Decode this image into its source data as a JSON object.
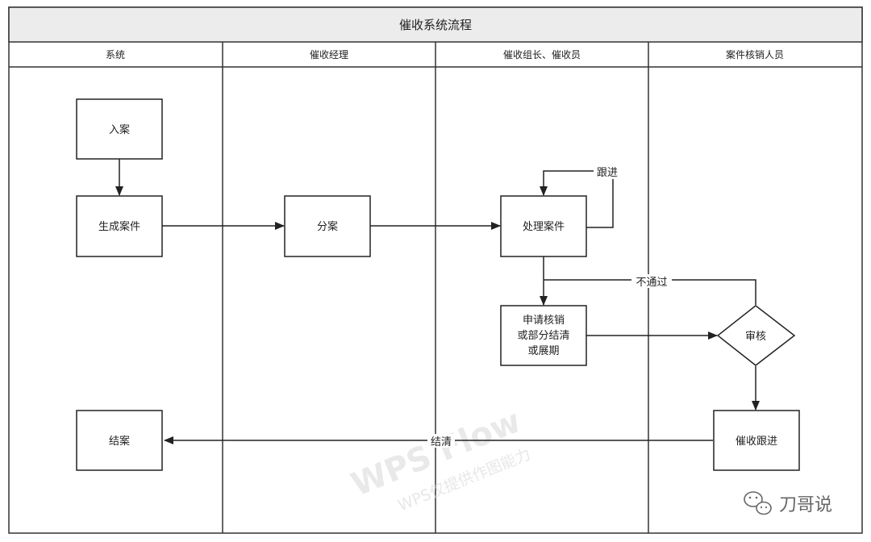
{
  "title": "催收系统流程",
  "lanes": [
    {
      "key": "system",
      "label": "系统"
    },
    {
      "key": "manager",
      "label": "催收经理"
    },
    {
      "key": "collector",
      "label": "催收组长、催收员"
    },
    {
      "key": "writeoff",
      "label": "案件核销人员"
    }
  ],
  "nodes": {
    "ruan": {
      "label": "入案"
    },
    "shengcheng": {
      "label": "生成案件"
    },
    "fenan": {
      "label": "分案"
    },
    "chuli": {
      "label": "处理案件"
    },
    "shenqing": {
      "lines": [
        "申请核销",
        "或部分结清",
        "或展期"
      ]
    },
    "shenhe": {
      "label": "审核"
    },
    "genjin_node": {
      "label": "催收跟进"
    },
    "jiean": {
      "label": "结案"
    }
  },
  "edges": {
    "genjin": "跟进",
    "butongguo": "不通过",
    "jieqing": "结清"
  },
  "watermark": {
    "main": "WPS Flow",
    "sub": "WPS仅提供作图能力"
  },
  "brand": {
    "name": "刀哥说",
    "icon": "wechat-icon"
  }
}
